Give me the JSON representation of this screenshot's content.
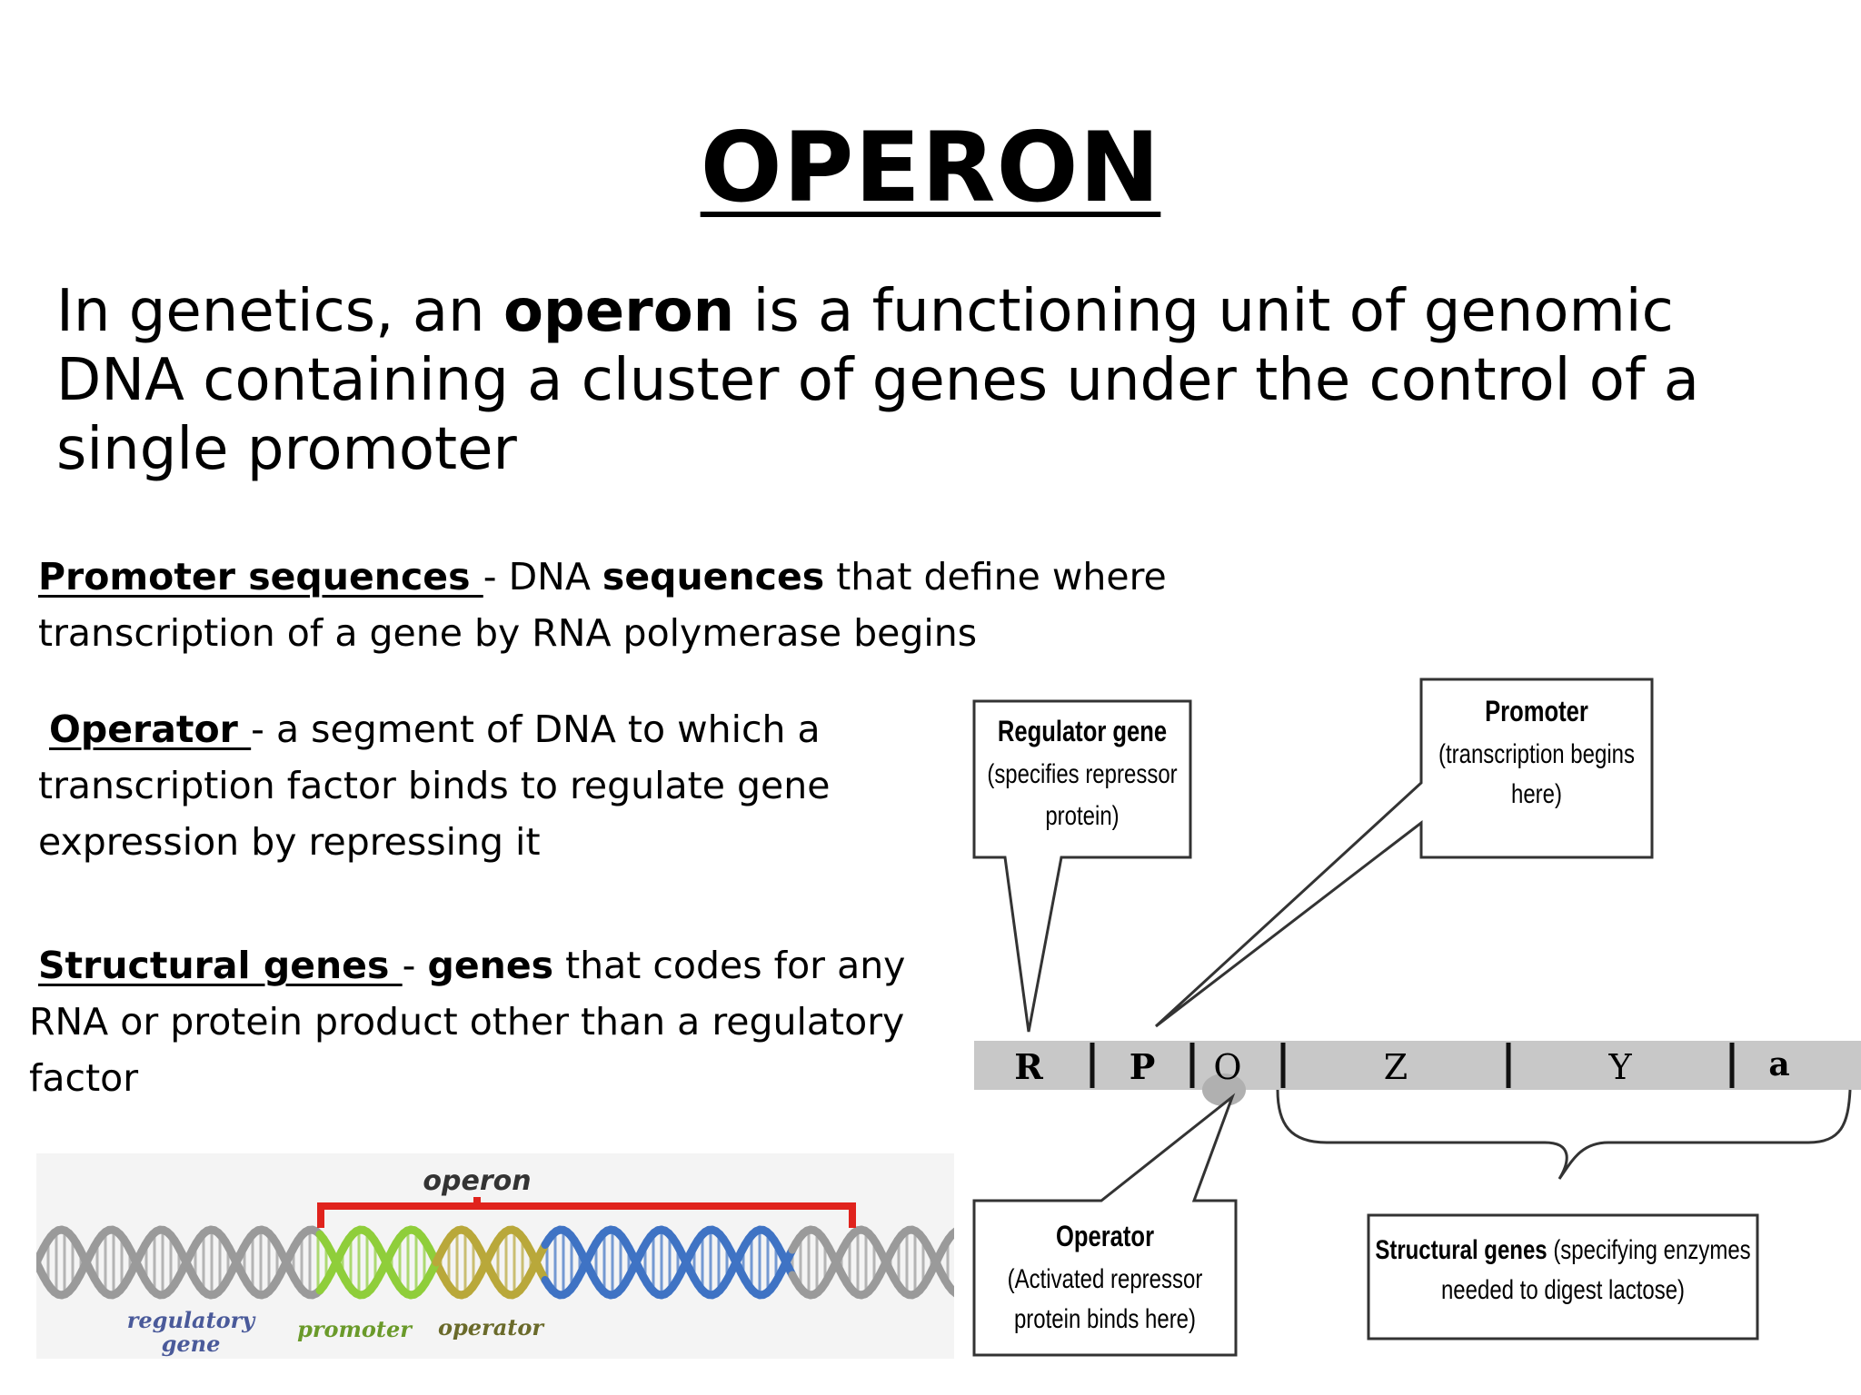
{
  "slide": {
    "title": "OPERON",
    "intro": {
      "part1": "In genetics, an ",
      "bold": "operon",
      "part2": " is a functioning unit of genomic DNA containing a cluster of genes under the control of a single promoter"
    },
    "definitions": {
      "promoter": {
        "term": "Promoter sequences ",
        "part1": " - DNA ",
        "bold": "sequences",
        "part2": " that define where transcription of a gene by RNA polymerase begins"
      },
      "operator": {
        "term": "Operator ",
        "part1": " - a segment of DNA to which a transcription factor binds to regulate gene expression by repressing it"
      },
      "structural": {
        "term": "Structural genes ",
        "part1": " - ",
        "bold": "genes",
        "part2": " that codes for any RNA or protein product other than a regulatory factor"
      }
    }
  },
  "dna_strip": {
    "bracket_label": "operon",
    "labels": {
      "regulatory_line1": "regulatory",
      "regulatory_line2": "gene",
      "promoter": "promoter",
      "operator": "operator"
    },
    "colors": {
      "grey": "#9a9a9a",
      "green": "#8fce3a",
      "olive": "#b9a83a",
      "blue": "#3f73c4",
      "bracket": "#e0231d",
      "label": "#4a5a9a"
    }
  },
  "operon_diagram": {
    "segments": [
      "R",
      "P",
      "O",
      "Z",
      "Y",
      "a"
    ],
    "callouts": {
      "regulator": {
        "title": "Regulator gene",
        "line1": "(specifies repressor",
        "line2": "protein)"
      },
      "promoter": {
        "title": "Promoter",
        "line1": "(transcription begins",
        "line2": "here)"
      },
      "operator": {
        "title": "Operator",
        "line1": "(Activated repressor",
        "line2": "protein binds here)"
      },
      "structural": {
        "title": "Structural genes",
        "line1": " (specifying enzymes",
        "line2": "needed to digest lactose)"
      }
    },
    "colors": {
      "bar": "#c8c8c8",
      "operator_blob": "#b0b0b0"
    }
  }
}
